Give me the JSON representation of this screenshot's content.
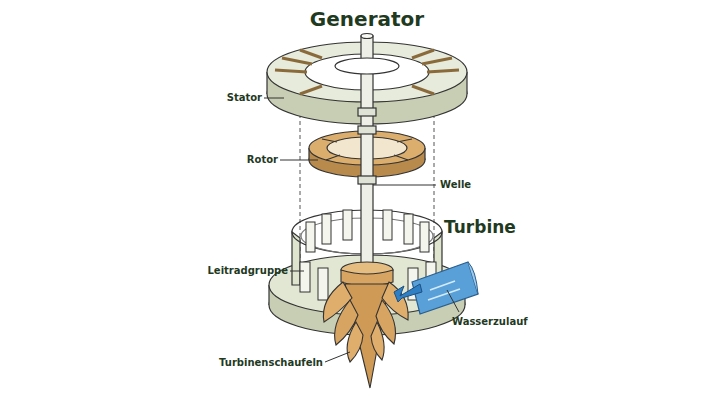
{
  "diagram": {
    "labels": [
      "Generator",
      "Stator",
      "Rotor",
      "Welle",
      "Turbine",
      "Leitradgruppe",
      "Wasserzulauf",
      "Turbinenschaufeln"
    ]
  }
}
